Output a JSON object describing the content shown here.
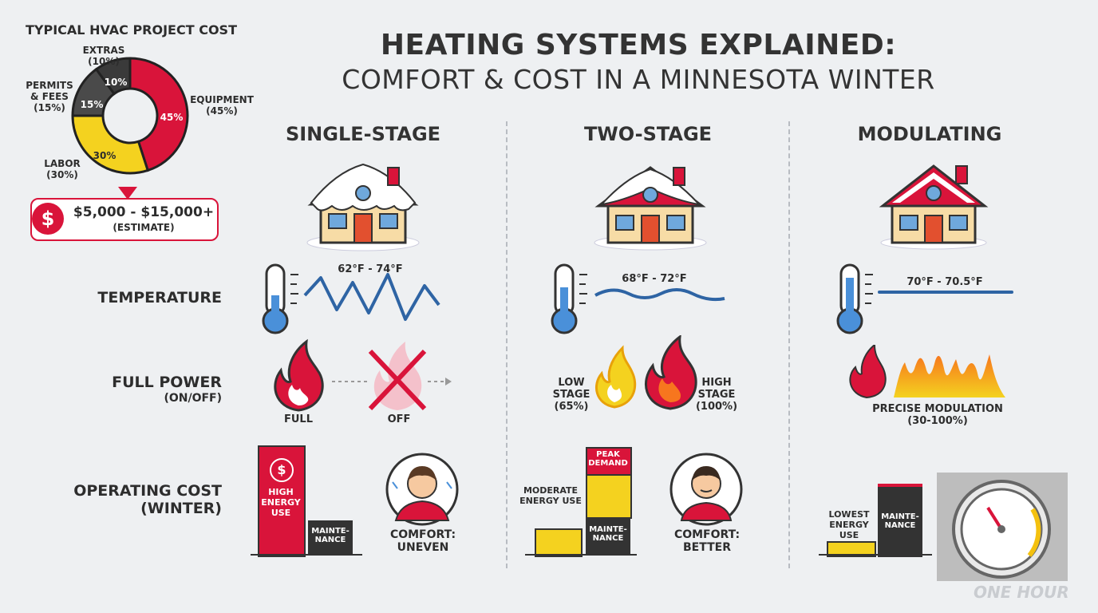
{
  "title_line1": "HEATING SYSTEMS EXPLAINED:",
  "title_line2": "COMFORT & COST IN A MINNESOTA WINTER",
  "project_cost": {
    "heading": "TYPICAL HVAC PROJECT COST",
    "slices": [
      {
        "name": "EQUIPMENT",
        "name_line2": "",
        "pct_label": "(45%)",
        "inner": "45%",
        "value": 45,
        "color": "#d9143a"
      },
      {
        "name": "LABOR",
        "name_line2": "",
        "pct_label": "(30%)",
        "inner": "30%",
        "value": 30,
        "color": "#f4d21f"
      },
      {
        "name": "PERMITS",
        "name_line2": "& FEES",
        "pct_label": "(15%)",
        "inner": "15%",
        "value": 15,
        "color": "#4a4a4a"
      },
      {
        "name": "EXTRAS",
        "name_line2": "",
        "pct_label": "(10%)",
        "inner": "10%",
        "value": 10,
        "color": "#3a3a3a"
      }
    ],
    "range": "$5,000 - $15,000+",
    "range_note": "(ESTIMATE)",
    "dollar_symbol": "$"
  },
  "columns": [
    {
      "name": "SINGLE-STAGE",
      "temp_range": "62°F - 74°F",
      "flame1": "FULL",
      "flame2": "OFF",
      "cost_bar1": "HIGH ENERGY USE",
      "cost_bar2": "MAINTE-NANCE",
      "comfort": "COMFORT:",
      "comfort2": "UNEVEN"
    },
    {
      "name": "TWO-STAGE",
      "temp_range": "68°F - 72°F",
      "low1": "LOW",
      "low2": "STAGE",
      "low3": "(65%)",
      "high1": "HIGH",
      "high2": "STAGE",
      "high3": "(100%)",
      "moderate": "MODERATE ENERGY USE",
      "peak": "PEAK DEMAND",
      "maint": "MAINTE-NANCE",
      "comfort": "COMFORT:",
      "comfort2": "BETTER"
    },
    {
      "name": "MODULATING",
      "temp_range": "70°F - 70.5°F",
      "mod1": "PRECISE MODULATION",
      "mod2": "(30-100%)",
      "lowest": "LOWEST ENERGY USE",
      "maint": "MAINTE-NANCE"
    }
  ],
  "rows": {
    "temperature": "TEMPERATURE",
    "power": "FULL POWER",
    "power_sub": "(ON/OFF)",
    "cost": "OPERATING COST",
    "cost_sub": "(WINTER)"
  },
  "watermark": "ONE HOUR",
  "colors": {
    "red": "#d9143a",
    "yellow": "#f4d21f",
    "dark": "#333333",
    "blue": "#2e64a4"
  }
}
